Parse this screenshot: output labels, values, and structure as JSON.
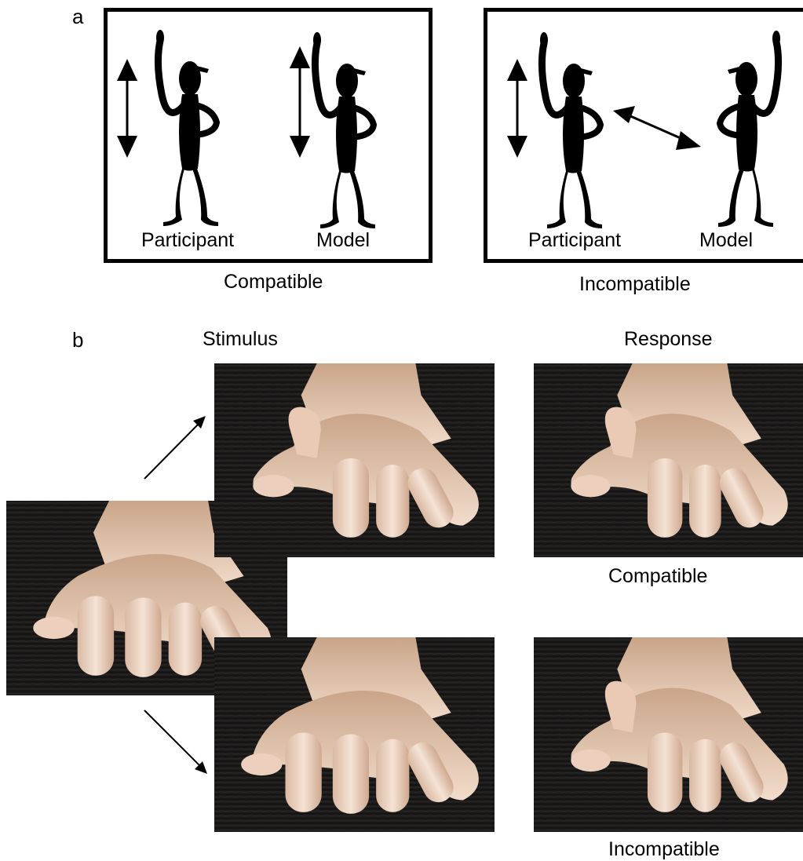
{
  "panel_a": {
    "letter": "a",
    "compatible_panel": {
      "participant_label": "Participant",
      "model_label": "Model",
      "caption": "Compatible"
    },
    "incompatible_panel": {
      "participant_label": "Participant",
      "model_label": "Model",
      "caption": "Incompatible"
    }
  },
  "panel_b": {
    "letter": "b",
    "stimulus_header": "Stimulus",
    "response_header": "Response",
    "compatible_caption": "Compatible",
    "incompatible_caption": "Incompatible"
  }
}
